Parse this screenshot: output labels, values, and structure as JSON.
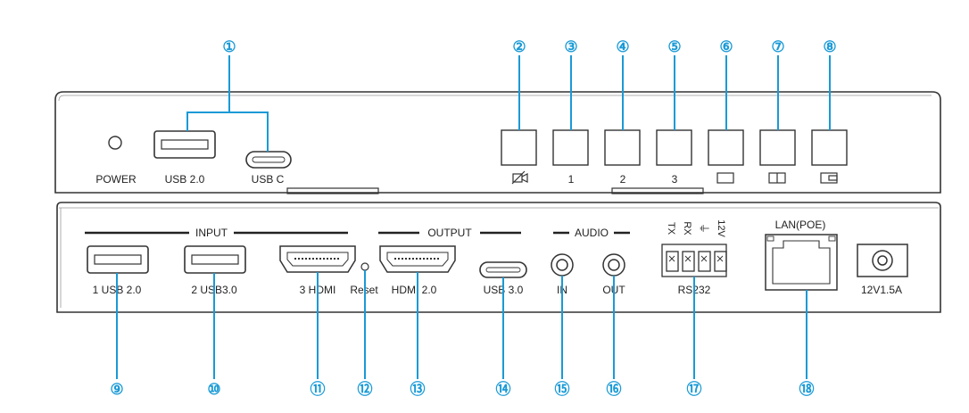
{
  "colors": {
    "callout": "#1a9ad6",
    "panel_outline": "#333333",
    "ink": "#222222"
  },
  "front_panel": {
    "labels": {
      "power": "POWER",
      "usb_a": "USB 2.0",
      "usb_c": "USB C"
    },
    "buttons": [
      {
        "id": "mute",
        "icon": "camera-off-icon",
        "label": ""
      },
      {
        "id": "input-1",
        "icon": "",
        "label": "1"
      },
      {
        "id": "input-2",
        "icon": "",
        "label": "2"
      },
      {
        "id": "input-3",
        "icon": "",
        "label": "3"
      },
      {
        "id": "layout-single",
        "icon": "single-view-icon",
        "label": ""
      },
      {
        "id": "layout-split",
        "icon": "split-view-icon",
        "label": ""
      },
      {
        "id": "layout-pip",
        "icon": "pip-view-icon",
        "label": ""
      }
    ]
  },
  "rear_panel": {
    "group_titles": {
      "input": "INPUT",
      "output": "OUTPUT",
      "audio": "AUDIO"
    },
    "labels": {
      "usb1": "1  USB 2.0",
      "usb2": "2  USB3.0",
      "hdmi3": "3  HDMI",
      "reset": "Reset",
      "hdmi_out": "HDMI 2.0",
      "usb3": "USB 3.0",
      "audio_in": "IN",
      "audio_out": "OUT",
      "rs232": "RS232",
      "lan": "LAN(POE)",
      "power": "12V1.5A"
    },
    "rs232_pins": [
      "TX",
      "RX",
      "⏚",
      "12V"
    ]
  },
  "callouts": [
    "①",
    "②",
    "③",
    "④",
    "⑤",
    "⑥",
    "⑦",
    "⑧",
    "⑨",
    "⑩",
    "⑪",
    "⑫",
    "⑬",
    "⑭",
    "⑮",
    "⑯",
    "⑰",
    "⑱"
  ]
}
